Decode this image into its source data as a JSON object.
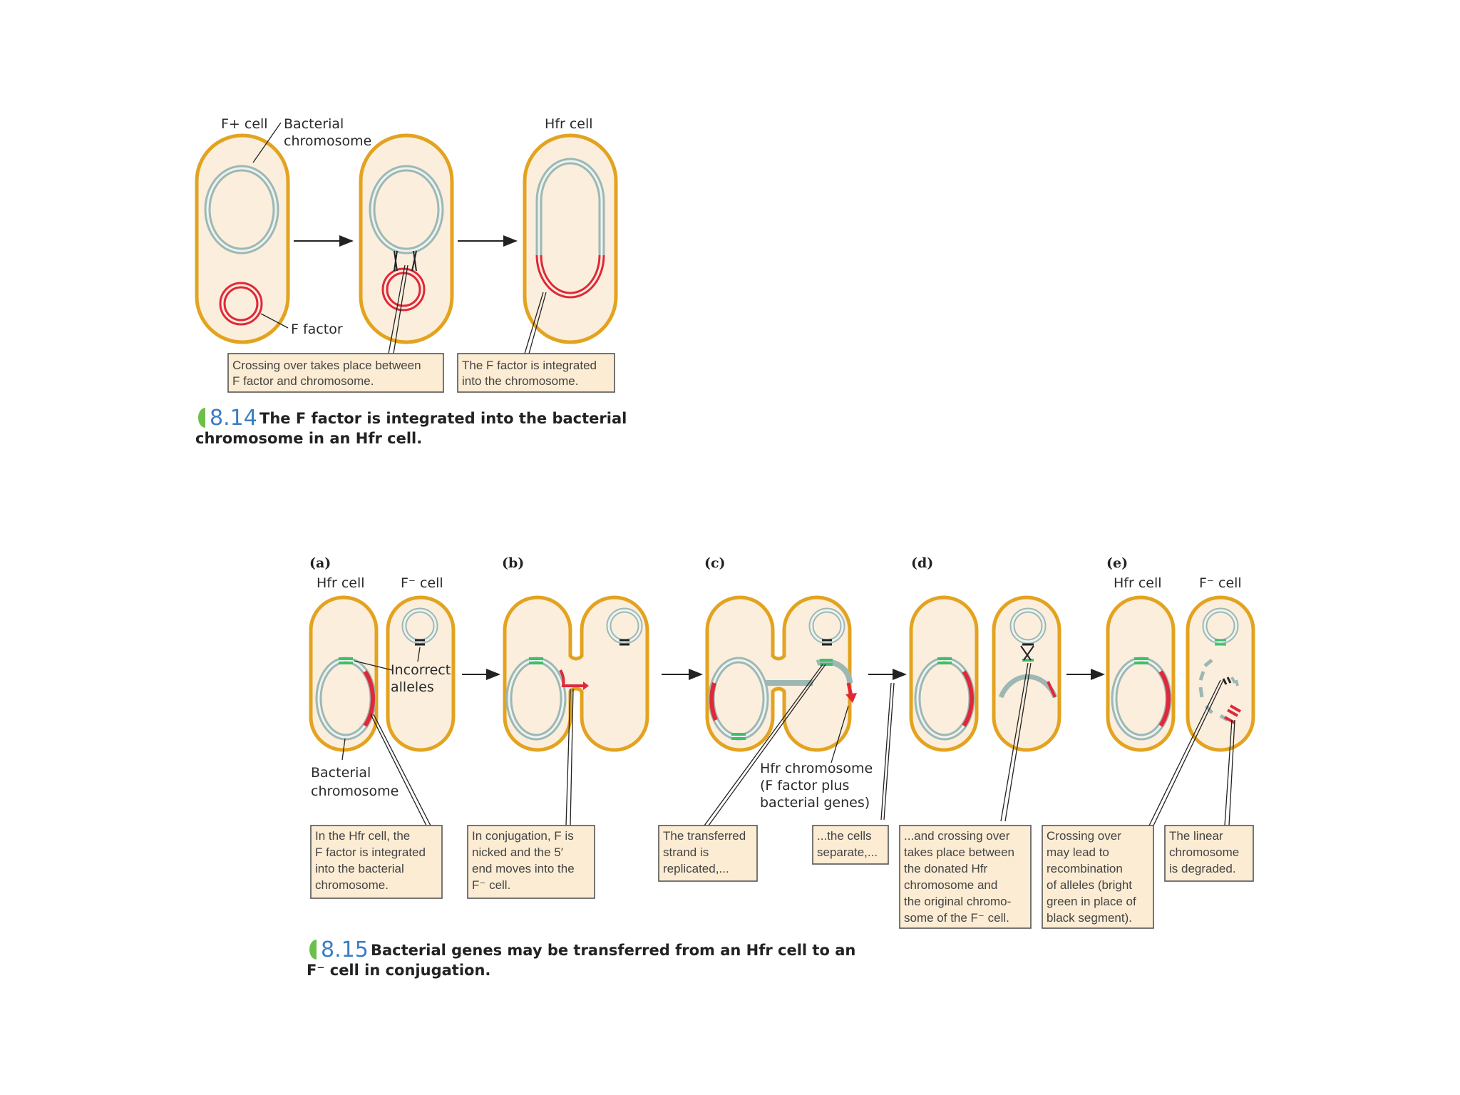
{
  "fig1": {
    "label_fplus_cell": "F+ cell",
    "label_bact_chrom_1": "Bacterial",
    "label_bact_chrom_2": "chromosome",
    "label_hfr_cell": "Hfr cell",
    "label_f_factor": "F factor",
    "box1_line1": "Crossing over takes place between",
    "box1_line2": "F factor and chromosome.",
    "box2_line1": "The F factor is integrated",
    "box2_line2": "into the chromosome.",
    "caption_number": "8.14",
    "caption_line1": "The F factor is integrated into the bacterial",
    "caption_line2": "chromosome in an Hfr cell."
  },
  "fig2": {
    "panel_a": "(a)",
    "panel_b": "(b)",
    "panel_c": "(c)",
    "panel_d": "(d)",
    "panel_e": "(e)",
    "label_hfr_cell_a": "Hfr cell",
    "label_fminus_cell_a": "F⁻ cell",
    "label_hfr_cell_e": "Hfr cell",
    "label_fminus_cell_e": "F⁻ cell",
    "label_incorrect_1": "Incorrect",
    "label_incorrect_2": "alleles",
    "label_bact_chrom_1": "Bacterial",
    "label_bact_chrom_2": "chromosome",
    "label_hfr_chrom_1": "Hfr chromosome",
    "label_hfr_chrom_2": "(F factor plus",
    "label_hfr_chrom_3": "bacterial genes)",
    "box_a": [
      "In the Hfr cell, the",
      "F factor is integrated",
      "into the bacterial",
      "chromosome."
    ],
    "box_b": [
      "In conjugation, F is",
      "nicked and the 5′",
      "end moves into the",
      "F⁻ cell."
    ],
    "box_c": [
      "The transferred",
      "strand is",
      "replicated,..."
    ],
    "box_sep": [
      "...the cells",
      "separate,..."
    ],
    "box_d": [
      "...and crossing over",
      "takes place between",
      "the donated Hfr",
      "chromosome and",
      "the original chromo-",
      "some of the F⁻ cell."
    ],
    "box_e1": [
      "Crossing over",
      "may lead to",
      "recombination",
      "of alleles (bright",
      "green in place of",
      "black segment)."
    ],
    "box_e2": [
      "The linear",
      "chromosome",
      "is degraded."
    ],
    "caption_number": "8.15",
    "caption_line1": "Bacterial genes may be transferred from an Hfr cell to an",
    "caption_line2": "F⁻ cell in conjugation."
  },
  "colors": {
    "cell_outline": "#e3a320",
    "cell_fill": "#fbeedd",
    "chromosome": "#9db8b3",
    "f_factor": "#e0283a",
    "allele_correct": "#3fbf6a",
    "caption_number": "#3a7dc4"
  }
}
